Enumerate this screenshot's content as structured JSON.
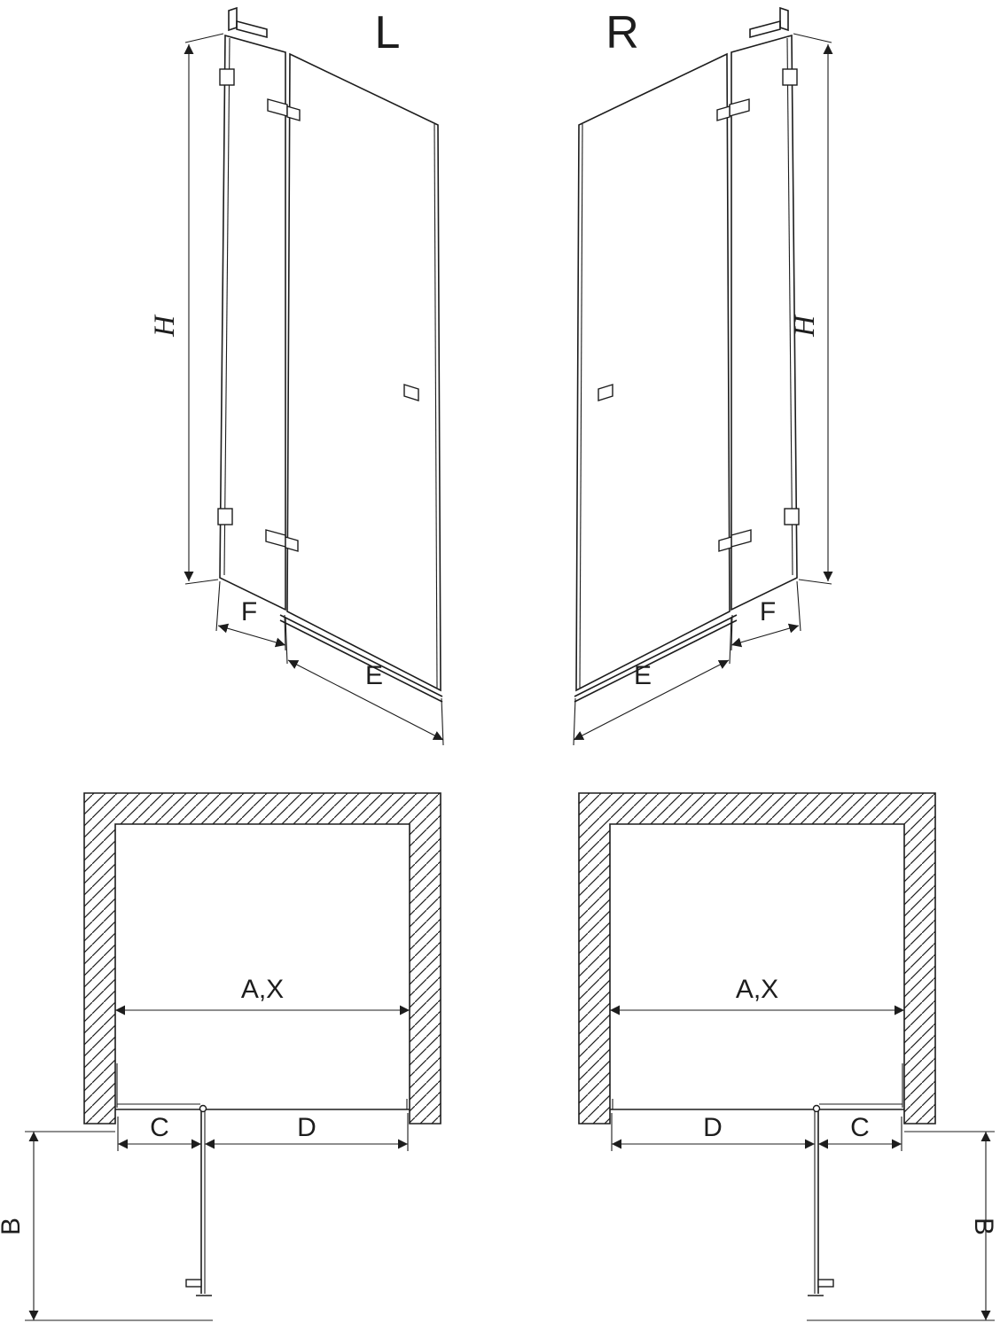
{
  "colors": {
    "line": "#1d1d1d",
    "background": "#ffffff"
  },
  "variant_labels": {
    "left": "L",
    "right": "R"
  },
  "dimension_labels": {
    "height": "H",
    "fixed_panel_width": "F",
    "door_width": "E",
    "opening_width": "A,X",
    "hinge_side_width": "C",
    "door_panel_width": "D",
    "door_swing_depth": "B"
  }
}
